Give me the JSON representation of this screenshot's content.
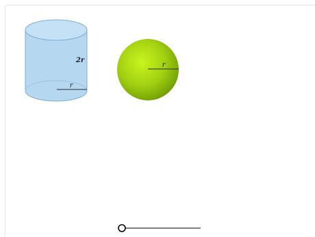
{
  "figure": {
    "cylinder": {
      "height_label": "2r",
      "radius_label": "r",
      "fill_color": "#b5d8f0",
      "stroke_color": "#7aaed0"
    },
    "sphere": {
      "radius_label": "r",
      "highlight_color": "#c8f41e",
      "shade_color": "#6e9a05"
    },
    "slider": {
      "value": 0
    }
  }
}
